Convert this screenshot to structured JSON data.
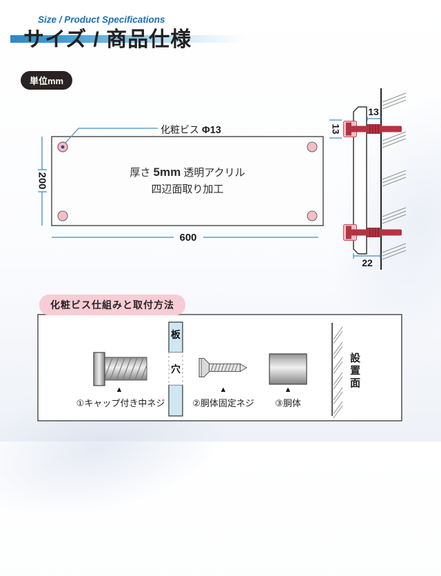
{
  "header": {
    "subtitle_en": "Size / Product Specifications",
    "title": "サイズ / 商品仕様",
    "unit_badge": "単位mm"
  },
  "front_view": {
    "callout_label": "化粧ビス ",
    "callout_value": "Φ13",
    "panel_line1_prefix": "厚さ ",
    "panel_line1_bold": "5mm",
    "panel_line1_suffix": " 透明アクリル",
    "panel_line2": "四辺面取り加工",
    "dim_height": "200",
    "dim_width": "600"
  },
  "side_view": {
    "dim_standoff": "13",
    "dim_cap": "13",
    "dim_total": "22"
  },
  "install_section": {
    "heading": "化粧ビス仕組みと取付方法",
    "board_label": "板",
    "hole_label": "穴",
    "surface_label": "設置面",
    "marker": "▲",
    "parts": [
      {
        "label": "①キャップ付き中ネジ"
      },
      {
        "label": "②胴体固定ネジ"
      },
      {
        "label": "③胴体"
      }
    ]
  },
  "colors": {
    "accent_blue": "#2f88c4",
    "dim_line_blue": "#4a90c8",
    "screw_red": "#b23443",
    "pad_pink": "#f6bcc4",
    "hole_pink": "#f3bfc7",
    "board_blue": "#cfe7f3",
    "badge_dark": "#2a2321",
    "heading_pink": "#f8ccd4"
  }
}
